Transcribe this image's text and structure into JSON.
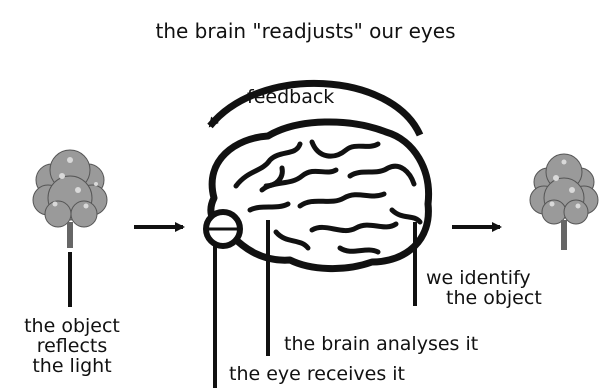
{
  "title": "the brain \"readjusts\" our eyes",
  "feedback_label": "feedback",
  "labels": {
    "object_reflects": [
      "the object",
      "reflects",
      "the light"
    ],
    "eye_receives": "the eye receives it",
    "brain_analyses": "the brain analyses it",
    "we_identify": [
      "we identify",
      "the object"
    ]
  }
}
